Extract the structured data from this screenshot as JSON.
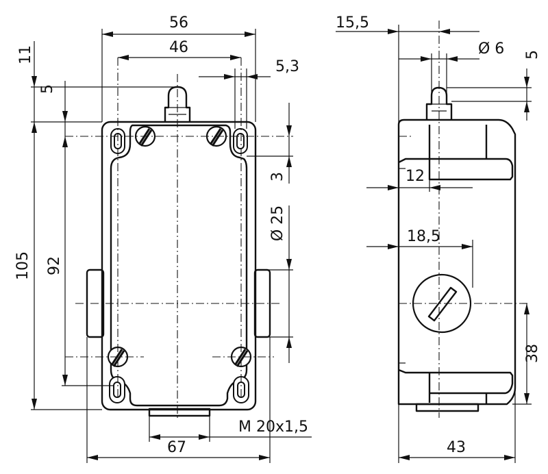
{
  "front_view": {
    "dims": {
      "width_56": "56",
      "holes_46": "46",
      "offset_5_3": "5,3",
      "top_11": "11",
      "top_5": "5",
      "height_105": "105",
      "holes_92": "92",
      "slot_3": "3",
      "dia_25": "Ø 25",
      "width_67": "67",
      "thread": "M 20x1,5"
    }
  },
  "side_view": {
    "dims": {
      "plunger_15_5": "15,5",
      "dia_6": "Ø 6",
      "top_5": "5",
      "step_12": "12",
      "knob_18_5": "18,5",
      "knob_38": "38",
      "depth_43": "43"
    }
  },
  "colors": {
    "line": "#111111",
    "background": "#ffffff"
  }
}
